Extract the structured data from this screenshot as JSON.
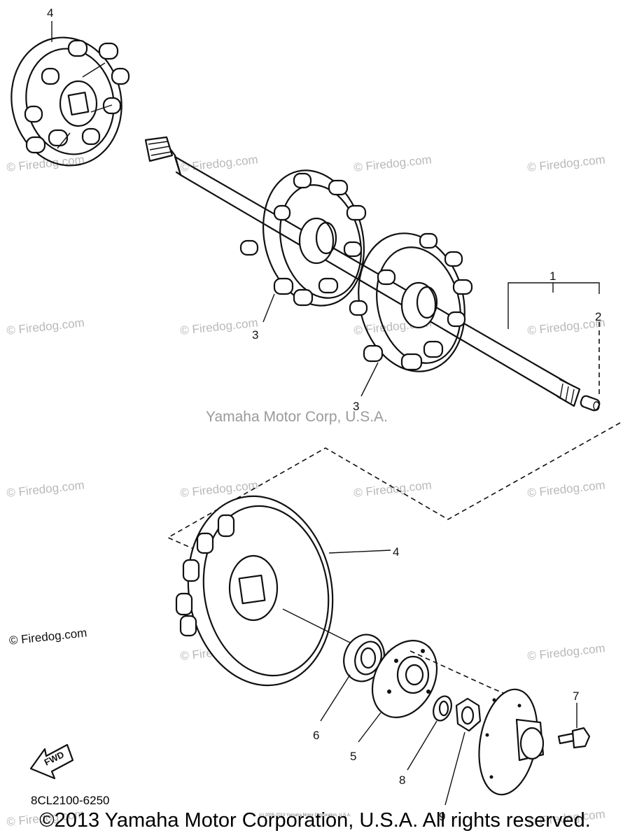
{
  "watermark": "© Firedog.com",
  "credit_center": "Yamaha Motor Corp, U.S.A.",
  "credit_left": "© Firedog.com",
  "diagram_code": "8CL2100-6250",
  "fwd_label": "FWD",
  "tiny_copyright": "(c) 2005-2013 Yamaha Motor Corporation, U.S.A.",
  "copyright": "©2013 Yamaha Motor Corporation, U.S.A. All rights reserved.",
  "callouts": {
    "c1": "1",
    "c2": "2",
    "c3a": "3",
    "c3b": "3",
    "c4a": "4",
    "c4b": "4",
    "c5": "5",
    "c6": "6",
    "c7": "7",
    "c8": "8",
    "c9": "9"
  },
  "colors": {
    "line": "#111111",
    "watermark": "#b8b8b8",
    "background": "#ffffff"
  }
}
